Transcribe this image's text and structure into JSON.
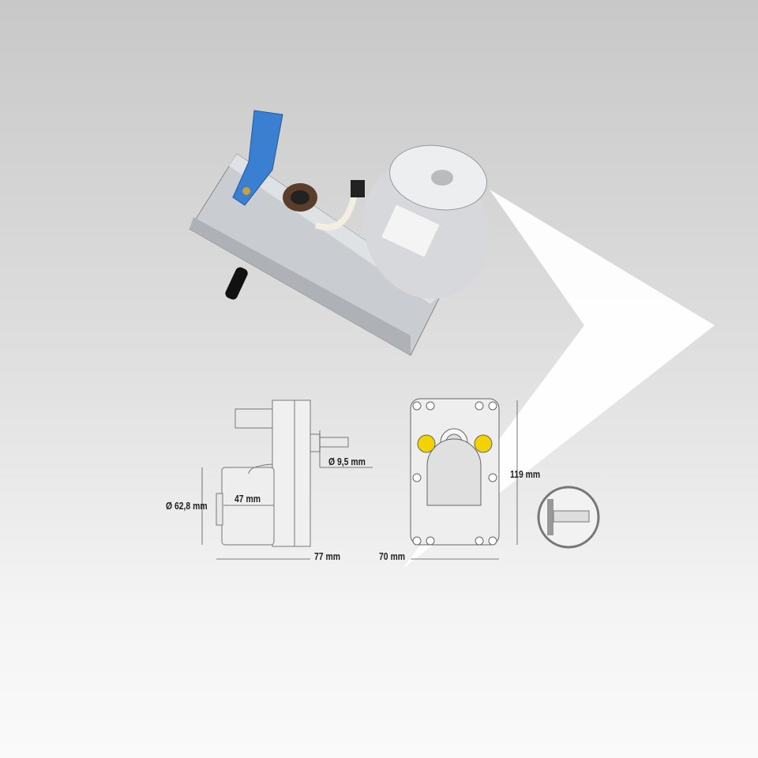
{
  "dimensions": {
    "shaft_diameter": "Ø 9,5 mm",
    "motor_diameter": "Ø 62,8 mm",
    "motor_length": "47 mm",
    "total_depth": "77 mm",
    "width": "70 mm",
    "height": "119 mm"
  },
  "colors": {
    "accent_yellow": "#f2d200",
    "bracket_blue": "#3a7fd0"
  }
}
